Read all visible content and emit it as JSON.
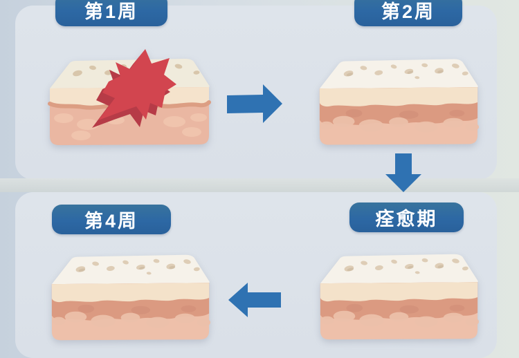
{
  "diagram": {
    "topic": "wound-healing-timeline",
    "stages": [
      {
        "id": "week1",
        "label": "第1周",
        "skin_state": "wounded"
      },
      {
        "id": "week2",
        "label": "第2周",
        "skin_state": "healing"
      },
      {
        "id": "recovery",
        "label": "痊愈期",
        "skin_state": "healing"
      },
      {
        "id": "week4",
        "label": "第4周",
        "skin_state": "healed"
      }
    ],
    "flow": [
      {
        "from": "week1",
        "to": "week2",
        "arrow": "right"
      },
      {
        "from": "week2",
        "to": "recovery",
        "arrow": "down"
      },
      {
        "from": "recovery",
        "to": "week4",
        "arrow": "left"
      }
    ]
  },
  "colors": {
    "badge_blue": "#2d68a4",
    "arrow_blue": "#2f72b2",
    "panel_gray_blue": "#dde3ea",
    "background_left": "#c6d1dd",
    "background_right": "#e1e7e2",
    "wound_red": "#d2454f",
    "wound_red_dark": "#b63b47",
    "skin_surface_white": "#f6f2ea",
    "skin_surface_cream": "#f0ebdc",
    "skin_epidermis_cream": "#f4e2ca",
    "skin_band_salmon": "#db9a81",
    "skin_dermis_pink": "#eec0aa",
    "pebble_beige": "#decdb6"
  }
}
